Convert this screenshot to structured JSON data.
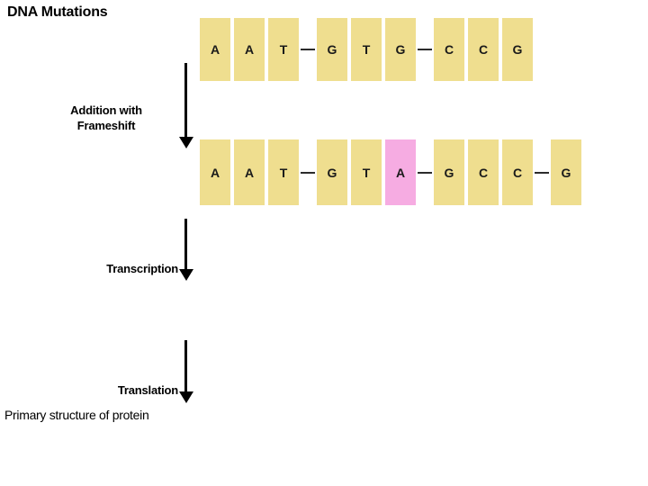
{
  "slide": {
    "title": "DNA Mutations",
    "background_color": "#ffffff"
  },
  "colors": {
    "base_block": "#EFDE8F",
    "mutated_block": "#F6ACE2",
    "arrow": "#000000",
    "text": "#000000"
  },
  "steps": {
    "addition_label": "Addition with\nFrameshift",
    "transcription_label": "Transcription",
    "translation_label": "Translation",
    "protein_label": "Primary structure of protein"
  },
  "sequences": {
    "original": {
      "name": "original-dna-strand",
      "bases": [
        {
          "letter": "A",
          "mutated": false,
          "bond_after": false
        },
        {
          "letter": "A",
          "mutated": false,
          "bond_after": false
        },
        {
          "letter": "T",
          "mutated": false,
          "bond_after": true
        },
        {
          "letter": "G",
          "mutated": false,
          "bond_after": false
        },
        {
          "letter": "T",
          "mutated": false,
          "bond_after": false
        },
        {
          "letter": "G",
          "mutated": false,
          "bond_after": true
        },
        {
          "letter": "C",
          "mutated": false,
          "bond_after": false
        },
        {
          "letter": "C",
          "mutated": false,
          "bond_after": false
        },
        {
          "letter": "G",
          "mutated": false,
          "bond_after": false
        }
      ]
    },
    "mutated": {
      "name": "mutated-dna-strand",
      "bases": [
        {
          "letter": "A",
          "mutated": false,
          "bond_after": false
        },
        {
          "letter": "A",
          "mutated": false,
          "bond_after": false
        },
        {
          "letter": "T",
          "mutated": false,
          "bond_after": true
        },
        {
          "letter": "G",
          "mutated": false,
          "bond_after": false
        },
        {
          "letter": "T",
          "mutated": false,
          "bond_after": false
        },
        {
          "letter": "A",
          "mutated": true,
          "bond_after": true
        },
        {
          "letter": "G",
          "mutated": false,
          "bond_after": false
        },
        {
          "letter": "C",
          "mutated": false,
          "bond_after": false
        },
        {
          "letter": "C",
          "mutated": false,
          "bond_after": true
        },
        {
          "letter": "G",
          "mutated": false,
          "bond_after": false
        }
      ]
    }
  }
}
